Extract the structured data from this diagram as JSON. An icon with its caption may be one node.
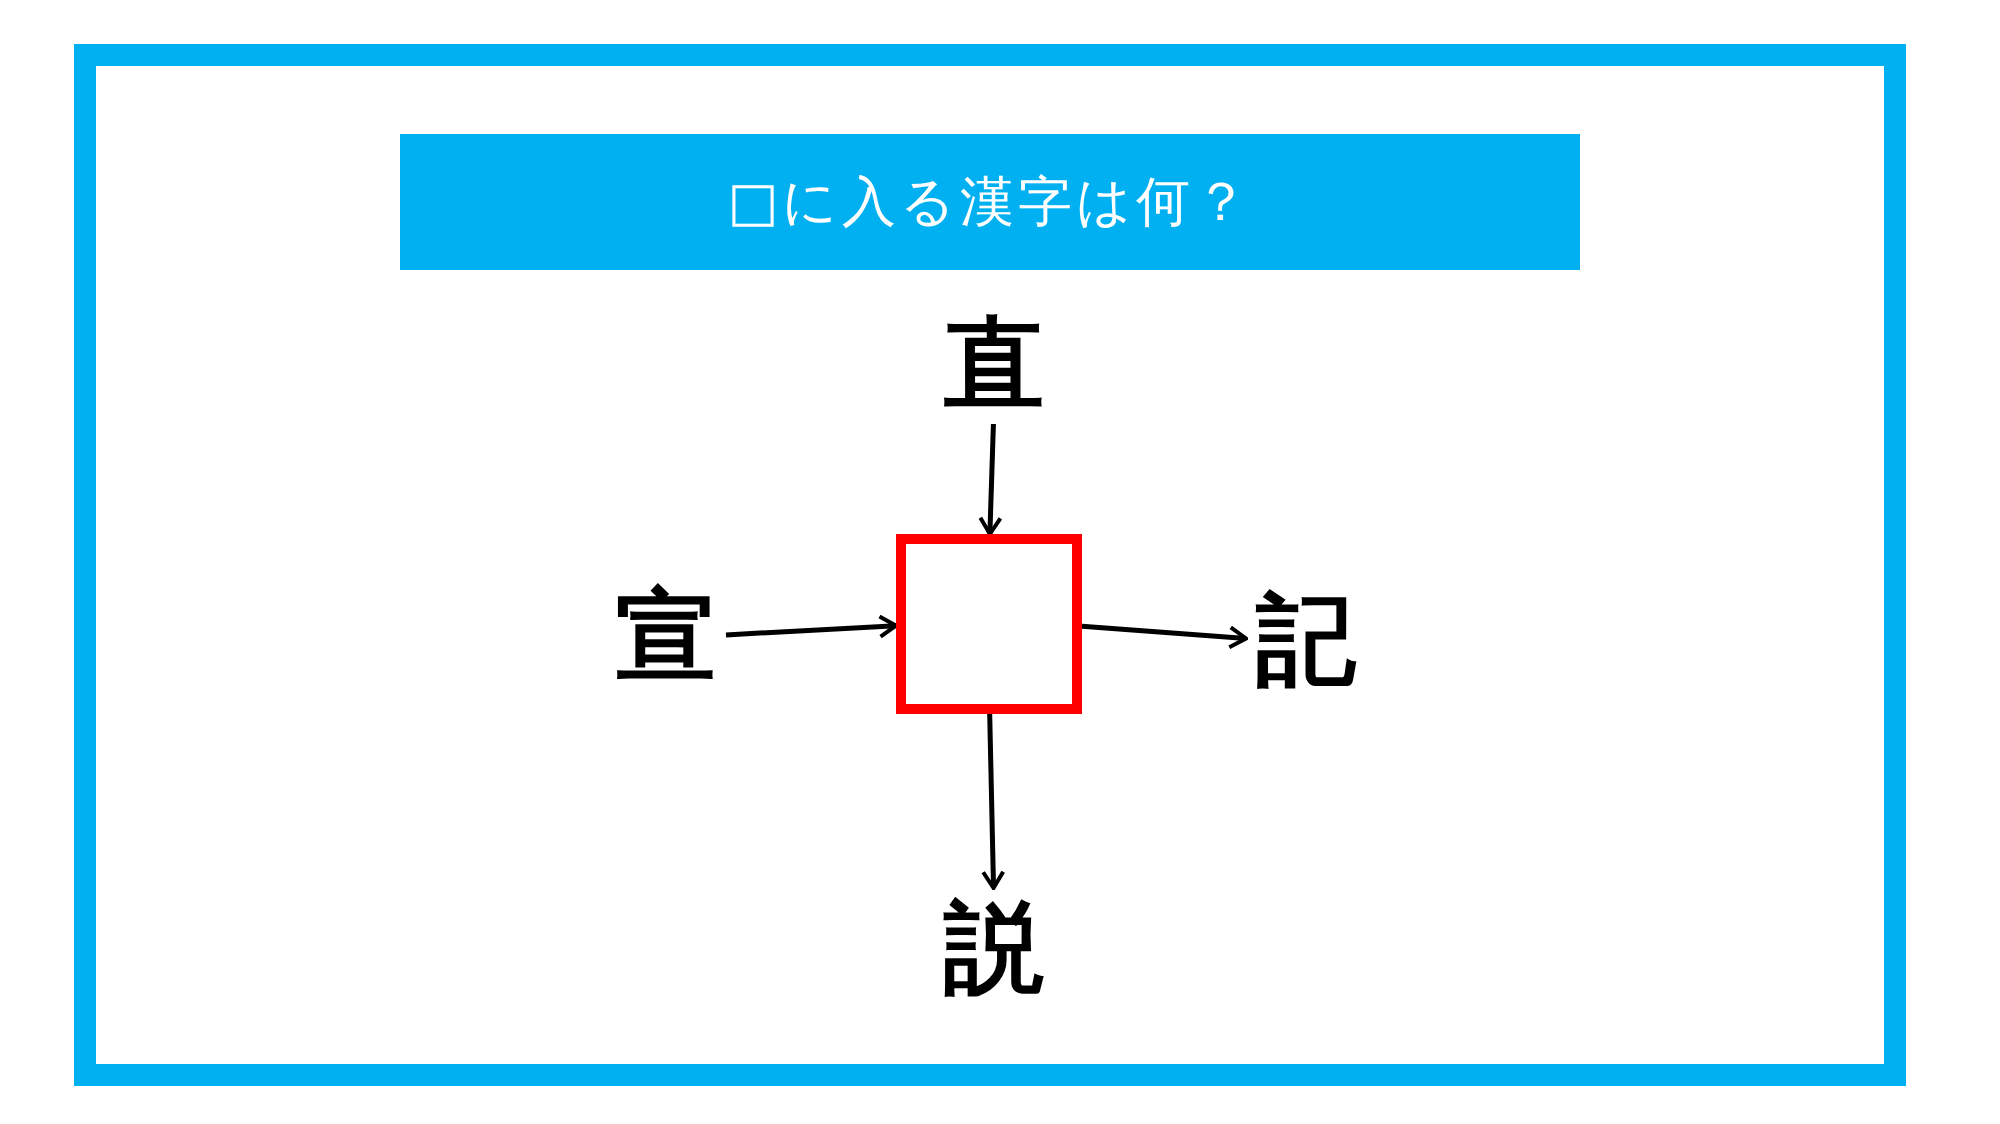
{
  "diagram": {
    "title": "□に入る漢字は何？",
    "nodes": [
      {
        "text": [
          "直"
        ]
      },
      {
        "text": [
          "宣"
        ]
      },
      {
        "text": [],
        "shape": "box"
      },
      {
        "text": [
          "記"
        ]
      },
      {
        "text": [
          "説"
        ]
      }
    ],
    "edges": [
      {
        "from": 0,
        "to": 2,
        "arrow": "to"
      },
      {
        "from": 1,
        "to": 2,
        "arrow": "to"
      },
      {
        "from": 2,
        "to": 3,
        "arrow": "to"
      },
      {
        "from": 2,
        "to": 4,
        "arrow": "to"
      }
    ]
  }
}
